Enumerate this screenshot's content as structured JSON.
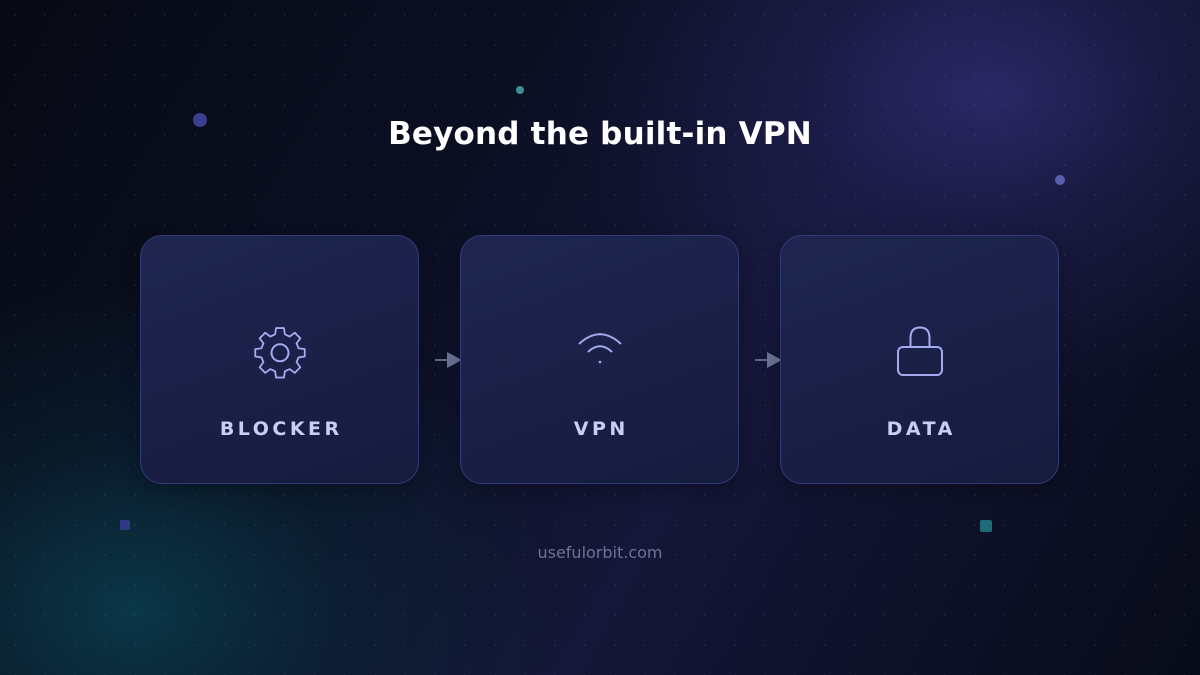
{
  "title": "Beyond the built-in VPN",
  "footer": "usefulorbit.com",
  "colors": {
    "accent": "#a5abf0",
    "card_border": "#323b78",
    "label": "#c9cdf7",
    "arrow": "#5f6688"
  },
  "nodes": [
    {
      "label": "BLOCKER",
      "icon": "gear-icon"
    },
    {
      "label": "VPN",
      "icon": "wifi-icon"
    },
    {
      "label": "DATA",
      "icon": "lock-icon"
    }
  ],
  "edges": [
    {
      "from": "BLOCKER",
      "to": "VPN"
    },
    {
      "from": "VPN",
      "to": "DATA"
    }
  ]
}
